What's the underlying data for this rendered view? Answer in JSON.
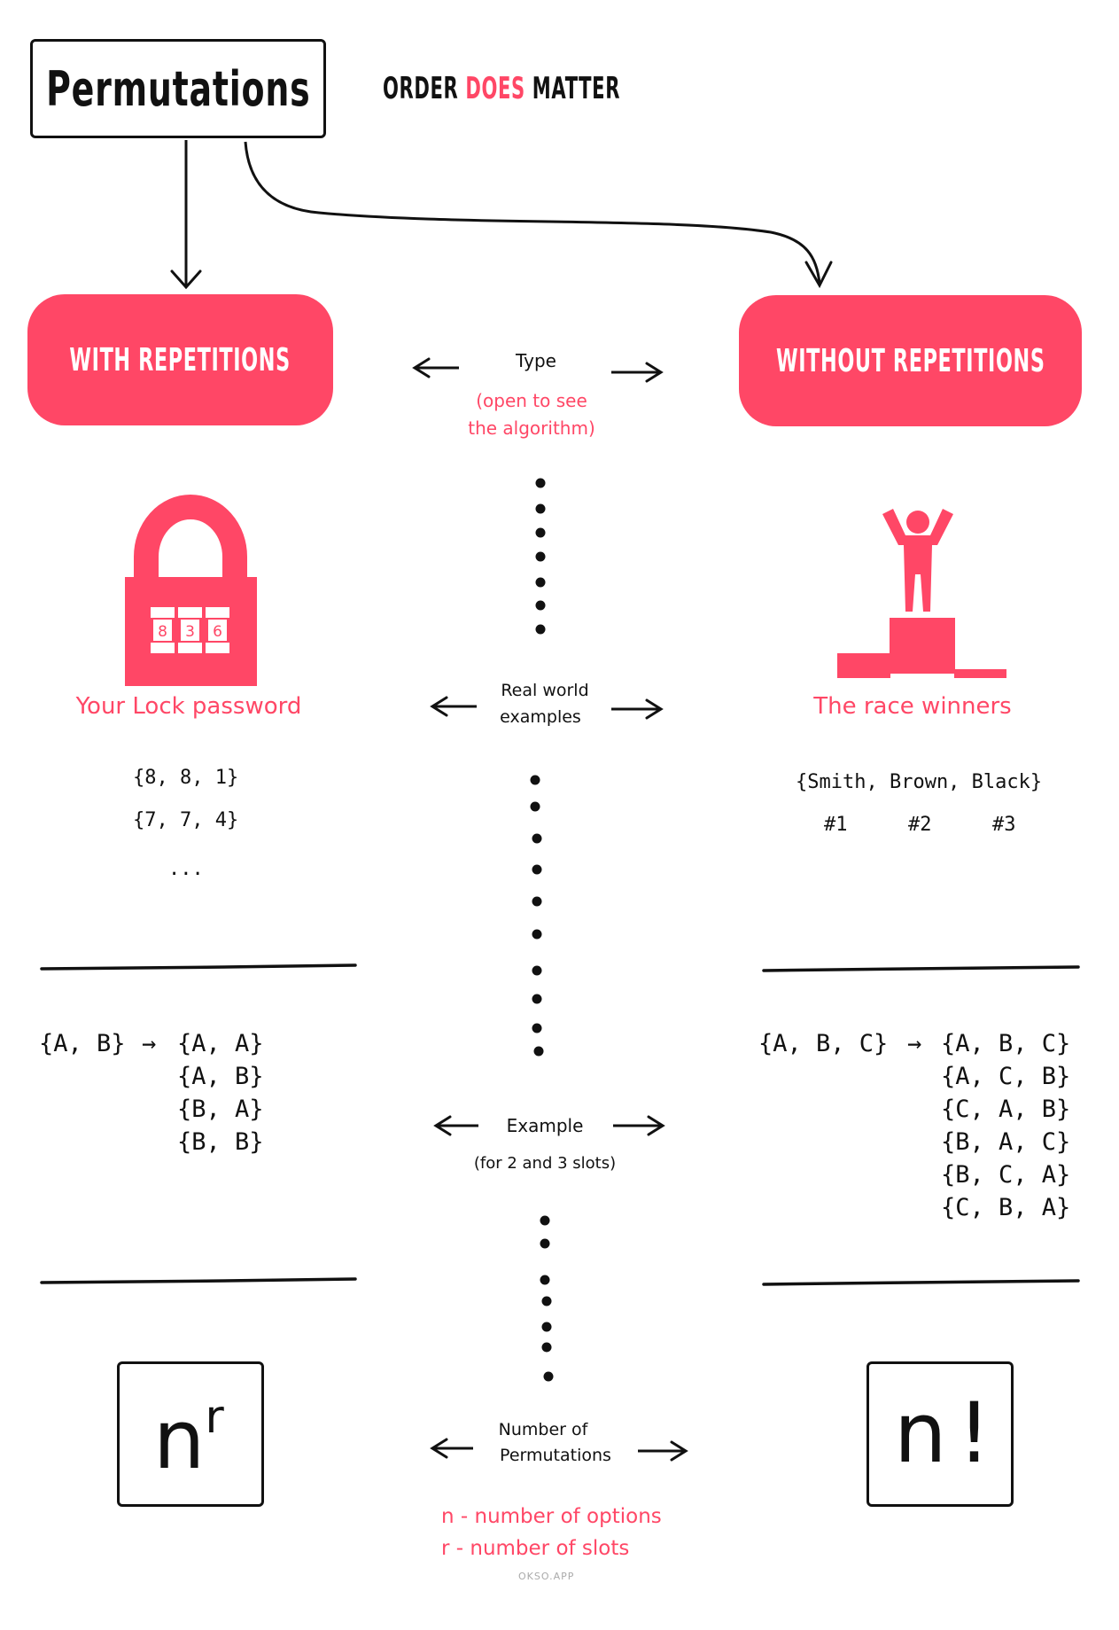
{
  "title": "Permutations",
  "tagline": {
    "prefix": "ORDER",
    "highlight": "DOES",
    "suffix": "MATTER"
  },
  "categories": {
    "with": "WITH REPETITIONS",
    "without": "WITHOUT REPETITIONS"
  },
  "rows": {
    "type": {
      "label": "Type",
      "sublabel_line1": "(open to see",
      "sublabel_line2": "the algorithm)"
    },
    "real_world": {
      "label_line1": "Real world",
      "label_line2": "examples"
    },
    "example": {
      "label": "Example",
      "sublabel": "(for 2 and 3 slots)"
    },
    "count": {
      "label_line1": "Number of",
      "label_line2": "Permutations"
    }
  },
  "lock": {
    "icon": "padlock-icon",
    "digits": [
      "8",
      "3",
      "6"
    ],
    "caption": "Your Lock password",
    "examples": [
      "{8, 8, 1}",
      "{7, 7, 4}",
      "..."
    ]
  },
  "podium": {
    "icon": "podium-winner-icon",
    "caption": "The race winners",
    "names": "{Smith, Brown, Black}",
    "ranks": [
      "#1",
      "#2",
      "#3"
    ]
  },
  "with_example": {
    "input": "{A, B}",
    "arrow": "→",
    "outputs": [
      "{A, A}",
      "{A, B}",
      "{B, A}",
      "{B, B}"
    ]
  },
  "without_example": {
    "input": "{A, B, C}",
    "arrow": "→",
    "outputs": [
      "{A, B, C}",
      "{A, C, B}",
      "{C, A, B}",
      "{B, A, C}",
      "{B, C, A}",
      "{C, B, A}"
    ]
  },
  "formulas": {
    "with_base": "n",
    "with_exp": "r",
    "without": "n!"
  },
  "legend": {
    "n": "n - number of options",
    "r": "r - number of slots"
  },
  "footer": "OKSO.APP",
  "colors": {
    "accent": "#ff4766",
    "ink": "#111111"
  }
}
